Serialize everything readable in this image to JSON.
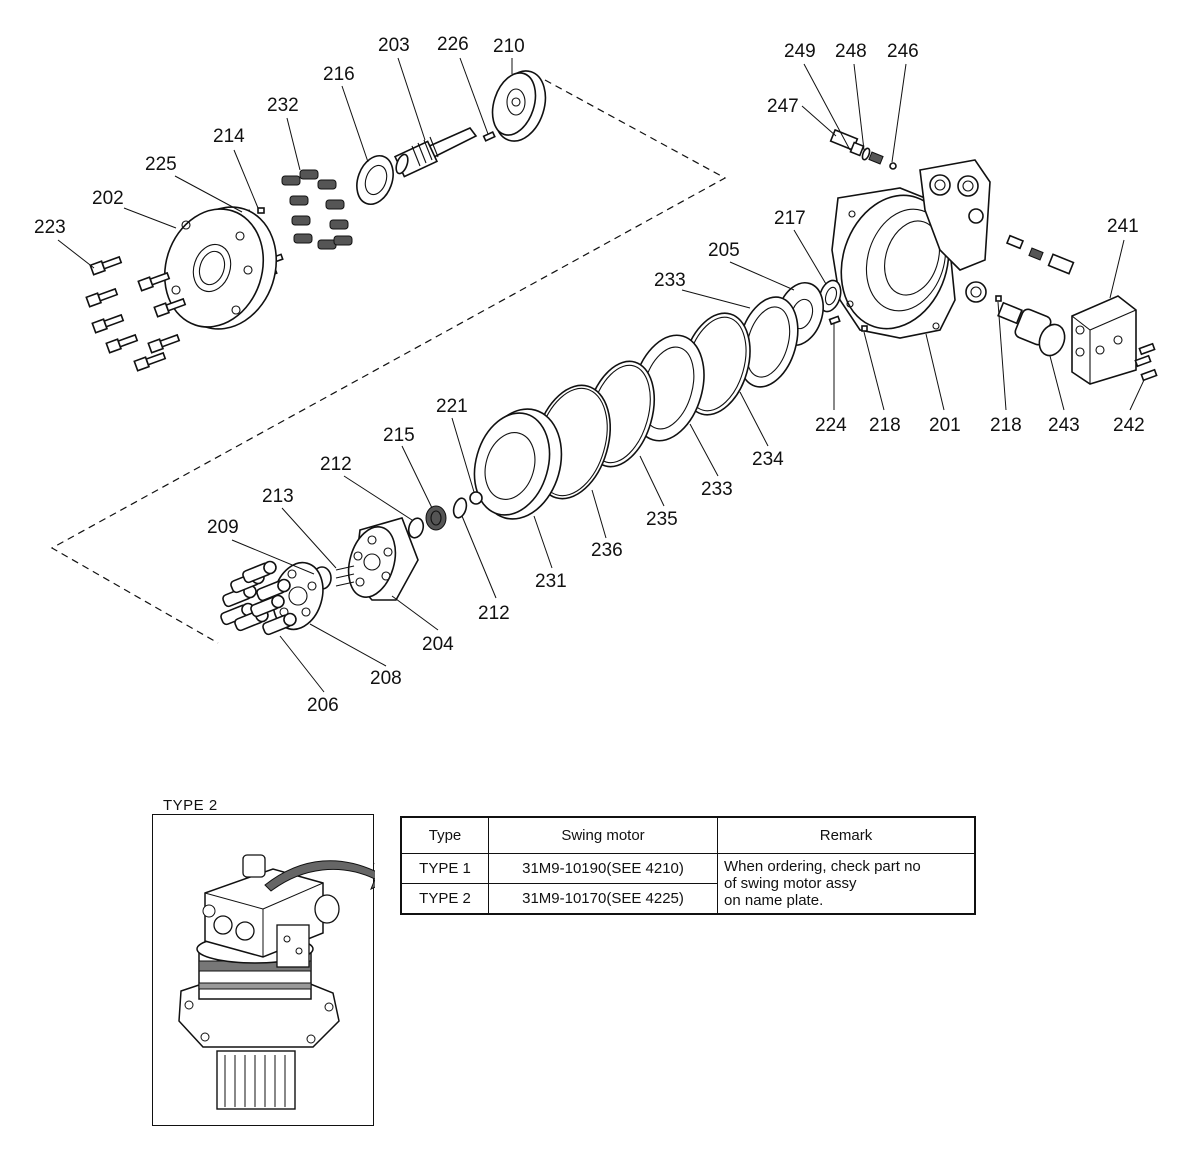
{
  "labels": {
    "203": "203",
    "226": "226",
    "210": "210",
    "216": "216",
    "232": "232",
    "214": "214",
    "225": "225",
    "202": "202",
    "223": "223",
    "249": "249",
    "248": "248",
    "246": "246",
    "247": "247",
    "241": "241",
    "217": "217",
    "205": "205",
    "233a": "233",
    "221": "221",
    "215": "215",
    "212a": "212",
    "213": "213",
    "209": "209",
    "224": "224",
    "218a": "218",
    "201": "201",
    "218b": "218",
    "243": "243",
    "242": "242",
    "234": "234",
    "233b": "233",
    "235": "235",
    "236": "236",
    "231": "231",
    "212b": "212",
    "204": "204",
    "208": "208",
    "206": "206"
  },
  "inset": {
    "caption": "TYPE 2"
  },
  "table": {
    "headers": {
      "type": "Type",
      "motor": "Swing motor",
      "remark": "Remark"
    },
    "rows": [
      {
        "type": "TYPE 1",
        "motor": "31M9-10190(SEE 4210)"
      },
      {
        "type": "TYPE 2",
        "motor": "31M9-10170(SEE 4225)"
      }
    ],
    "remark_lines": [
      "When ordering, check part no",
      "of swing motor assy",
      "on name plate."
    ]
  }
}
